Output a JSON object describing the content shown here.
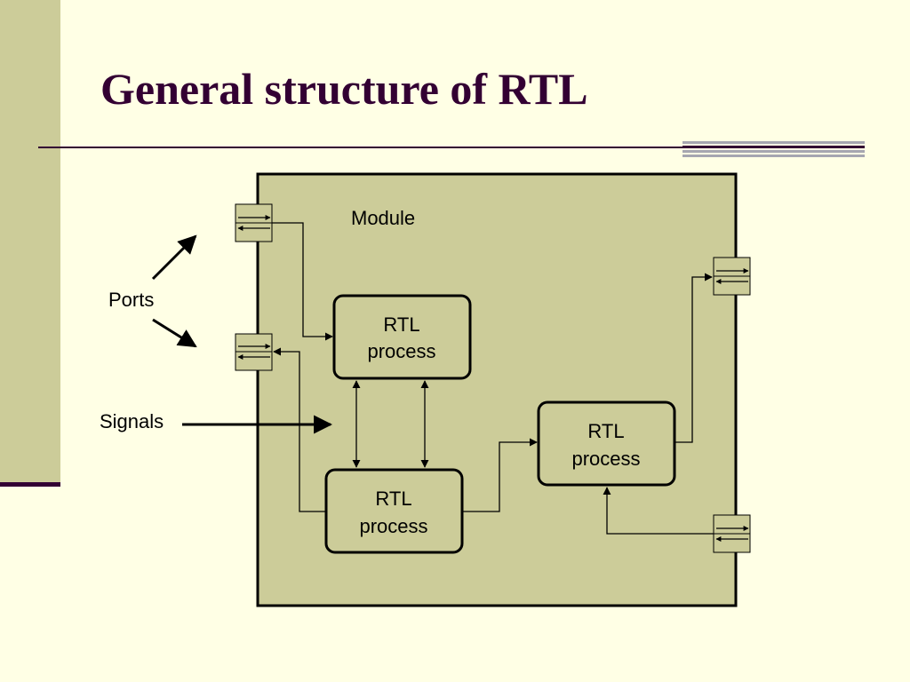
{
  "slide": {
    "title": "General structure of RTL"
  },
  "diagram": {
    "module_label": "Module",
    "ports_label": "Ports",
    "signals_label": "Signals",
    "processes": [
      {
        "line1": "RTL",
        "line2": "process"
      },
      {
        "line1": "RTL",
        "line2": "process"
      },
      {
        "line1": "RTL",
        "line2": "process"
      }
    ]
  },
  "colors": {
    "background": "#FFFFE5",
    "module_fill": "#CCCC99",
    "title": "#330033"
  }
}
